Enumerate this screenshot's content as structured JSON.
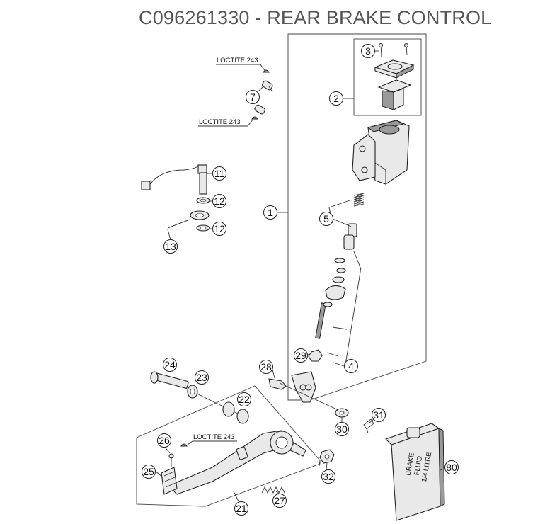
{
  "title": "C096261330 - REAR BRAKE CONTROL",
  "annotations": {
    "loctite": "LOCTITE 243"
  },
  "callouts": {
    "p1": "1",
    "p2": "2",
    "p3": "3",
    "p4": "4",
    "p5": "5",
    "p7": "7",
    "p11": "11",
    "p12a": "12",
    "p12b": "12",
    "p13": "13",
    "p21": "21",
    "p22": "22",
    "p23": "23",
    "p24": "24",
    "p25": "25",
    "p26": "26",
    "p27": "27",
    "p28": "28",
    "p29": "29",
    "p30": "30",
    "p31": "31",
    "p32": "32",
    "p80": "80"
  },
  "brake_fluid_label": [
    "BRAKE",
    "FLUID",
    "1/4 LITRE"
  ]
}
